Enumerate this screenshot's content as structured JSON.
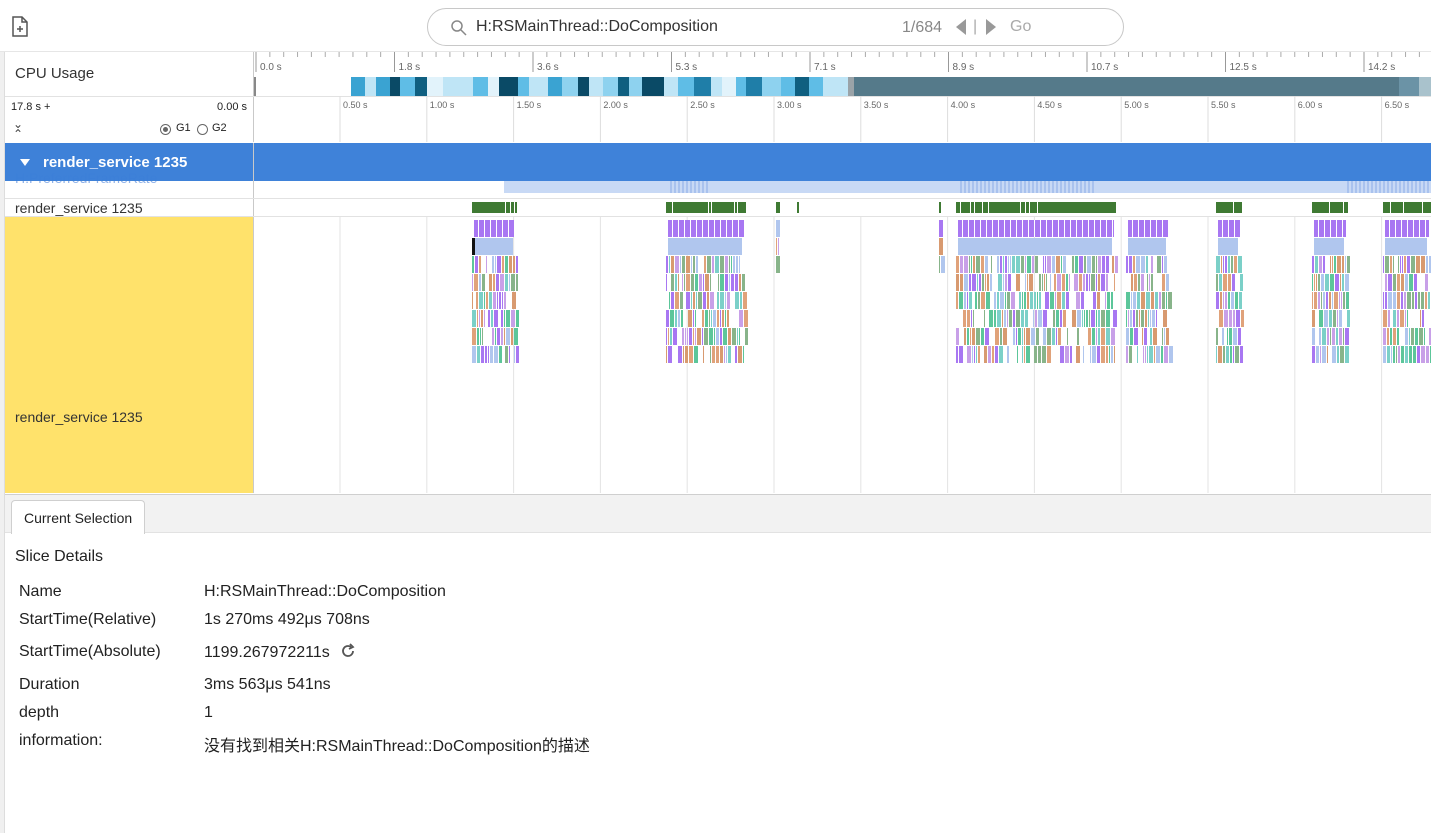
{
  "search": {
    "query": "H:RSMainThread::DoComposition",
    "count": "1/684",
    "separator": "|",
    "go_label": "Go"
  },
  "timeline": {
    "cpu_usage_label": "CPU Usage",
    "top_ticks": [
      "0.0 s",
      "1.8 s",
      "3.6 s",
      "5.3 s",
      "7.1 s",
      "8.9 s",
      "10.7 s",
      "12.5 s",
      "14.2 s"
    ],
    "range_left": "17.8 s +",
    "range_right": "0.00 s",
    "expand_icon": "chevron-down-icon",
    "collapse_icon": "chevron-up-icon",
    "group_options": [
      "G1",
      "G2"
    ],
    "group_selected": "G1",
    "sub_ticks": [
      "0.50 s",
      "1.00 s",
      "1.50 s",
      "2.00 s",
      "2.50 s",
      "3.00 s",
      "3.50 s",
      "4.00 s",
      "4.50 s",
      "5.00 s",
      "5.50 s",
      "6.00 s",
      "6.50 s"
    ],
    "process_label": "render_service 1235",
    "preferred_rate_label": "H:PreferredFrameRate",
    "thread_label": "render_service 1235",
    "selected_thread_label": "render_service 1235"
  },
  "bottom": {
    "tab_label": "Current Selection",
    "section_title": "Slice Details",
    "details": [
      {
        "key": "Name",
        "value": "H:RSMainThread::DoComposition"
      },
      {
        "key": "StartTime(Relative)",
        "value": "1s 270ms 492μs 708ns"
      },
      {
        "key": "StartTime(Absolute)",
        "value": "1199.267972211s"
      },
      {
        "key": "Duration",
        "value": "3ms 563μs 541ns"
      },
      {
        "key": "depth",
        "value": "1"
      },
      {
        "key": "information:",
        "value": "没有找到相关H:RSMainThread::DoComposition的描述"
      }
    ]
  },
  "colors": {
    "process_bar": "#3b7fd8",
    "selected_thread": "#ffe26b",
    "thread_state": "#3f7a33",
    "slice_purple": "#a877f2",
    "slice_lightblue": "#b0c6ee",
    "slice_orange": "#e0a27a",
    "slice_green": "#5cc69a"
  }
}
